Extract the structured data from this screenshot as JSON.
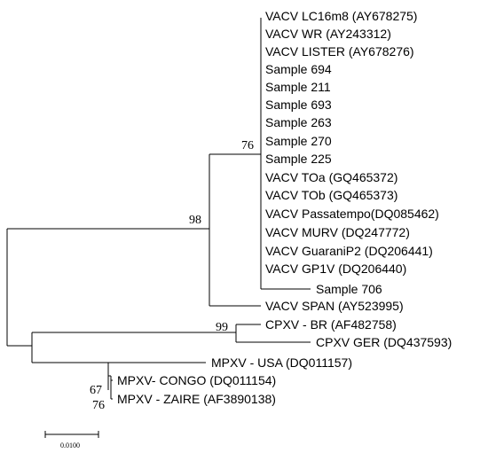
{
  "tree": {
    "leaves": [
      "VACV LC16m8 (AY678275)",
      "VACV WR (AY243312)",
      "VACV LISTER (AY678276)",
      "Sample 694",
      "Sample 211",
      "Sample 693",
      "Sample 263",
      "Sample 270",
      "Sample 225",
      "VACV TOa (GQ465372)",
      "VACV TOb (GQ465373)",
      "VACV Passatempo(DQ085462)",
      "VACV MURV (DQ247772)",
      "VACV GuaraniP2 (DQ206441)",
      "VACV GP1V (DQ206440)",
      "Sample 706",
      "VACV SPAN (AY523995)",
      "CPXV - BR (AF482758)",
      "CPXV GER (DQ437593)",
      "MPXV - USA (DQ011157)",
      "MPXV- CONGO (DQ011154)",
      "MPXV - ZAIRE (AF3890138)"
    ],
    "bootstrap": {
      "vacv_clade": "76",
      "vacv_group": "98",
      "cpxv_clade": "99",
      "mpxv_inner": "67",
      "mpxv_clade": "76"
    },
    "scale_bar_label": "0.0100"
  }
}
